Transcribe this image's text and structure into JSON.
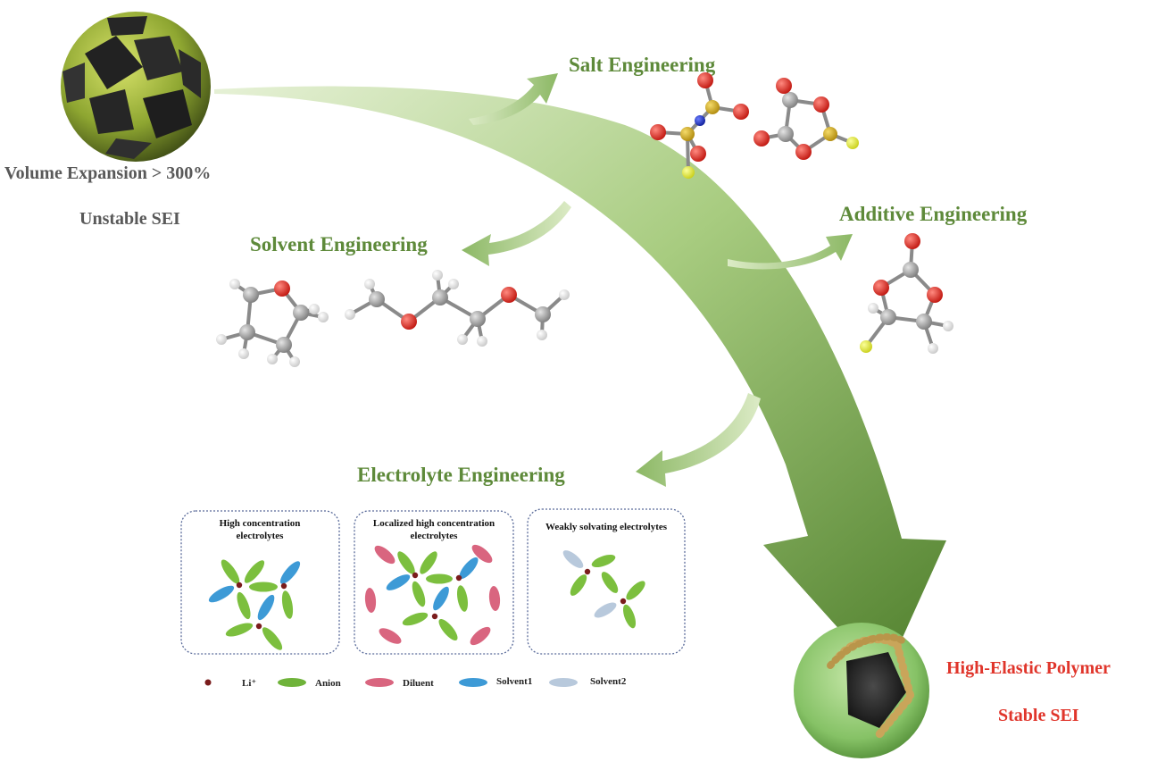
{
  "labels": {
    "volume_expansion": "Volume Expansion > 300%",
    "unstable_sei": "Unstable SEI",
    "salt": "Salt Engineering",
    "solvent": "Solvent Engineering",
    "additive": "Additive Engineering",
    "electrolyte": "Electrolyte Engineering",
    "high_elastic": "High-Elastic Polymer",
    "stable_sei": "Stable SEI"
  },
  "boxes": {
    "hce_line1": "High concentration",
    "hce_line2": "electrolytes",
    "lhce_line1": "Localized high concentration",
    "lhce_line2": "electrolytes",
    "wse": "Weakly solvating electrolytes"
  },
  "legend": {
    "li": "Li⁺",
    "anion": "Anion",
    "diluent": "Diluent",
    "solvent1": "Solvent1",
    "solvent2": "Solvent2"
  },
  "colors": {
    "title_green": "#5e8a3a",
    "red_text": "#e0352b",
    "grey_text": "#595959",
    "anion": "#8fc24a",
    "diluent": "#d9657f",
    "solvent1": "#3d9ad6",
    "solvent2": "#b8c9dc",
    "li": "#7a1c1c",
    "atom_oxygen": "#e0241e",
    "atom_carbon": "#9a9a9a",
    "atom_hydrogen": "#f2f2f2",
    "atom_sulfur": "#d2b01e",
    "atom_fluorine": "#e8f04a",
    "atom_nitrogen": "#1b34c7"
  }
}
